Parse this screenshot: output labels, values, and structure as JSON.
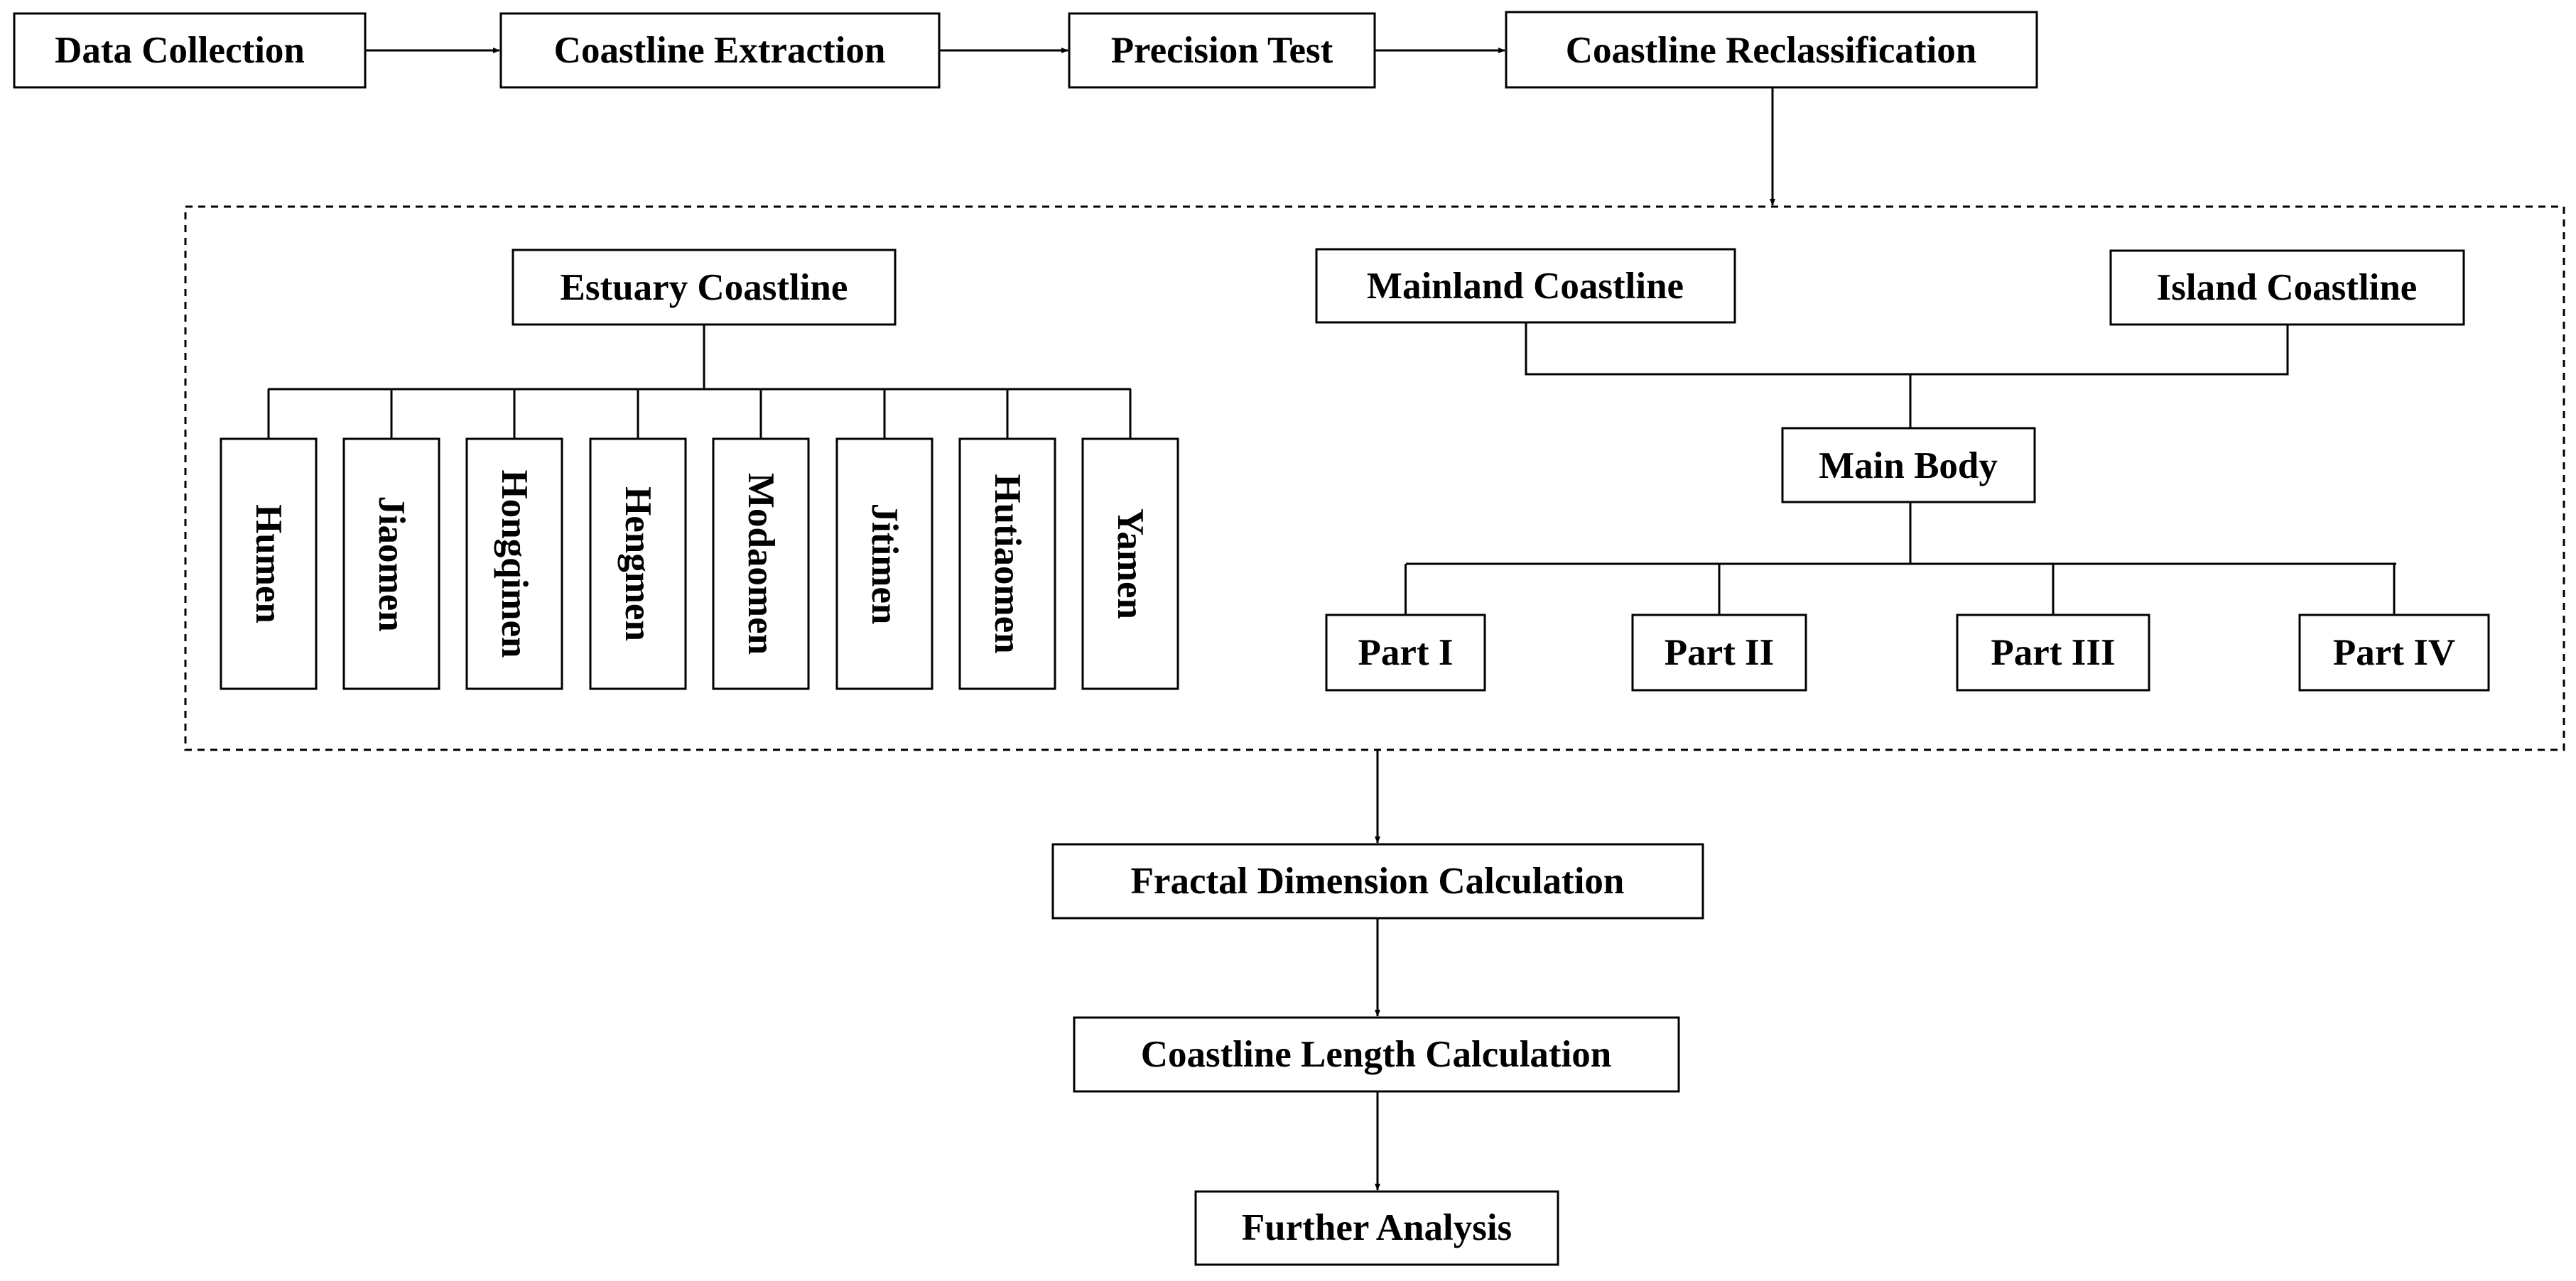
{
  "pipeline": {
    "data_collection": "Data Collection",
    "coastline_extraction": "Coastline Extraction",
    "precision_test": "Precision Test",
    "coastline_reclassification": "Coastline Reclassification"
  },
  "estuary": {
    "title": "Estuary Coastline",
    "outlets": [
      "Humen",
      "Jiaomen",
      "Hongqimen",
      "Hengmen",
      "Modaomen",
      "Jitimen",
      "Hutiaomen",
      "Yamen"
    ]
  },
  "mainland": {
    "mainland_label": "Mainland Coastline",
    "island_label": "Island Coastline",
    "main_body": "Main Body",
    "parts": [
      "Part I",
      "Part II",
      "Part III",
      "Part IV"
    ]
  },
  "analysis": {
    "fractal": "Fractal Dimension Calculation",
    "length": "Coastline Length Calculation",
    "further": "Further Analysis"
  },
  "colors": {
    "stroke": "#000000",
    "fill": "#ffffff",
    "text": "#000000"
  }
}
